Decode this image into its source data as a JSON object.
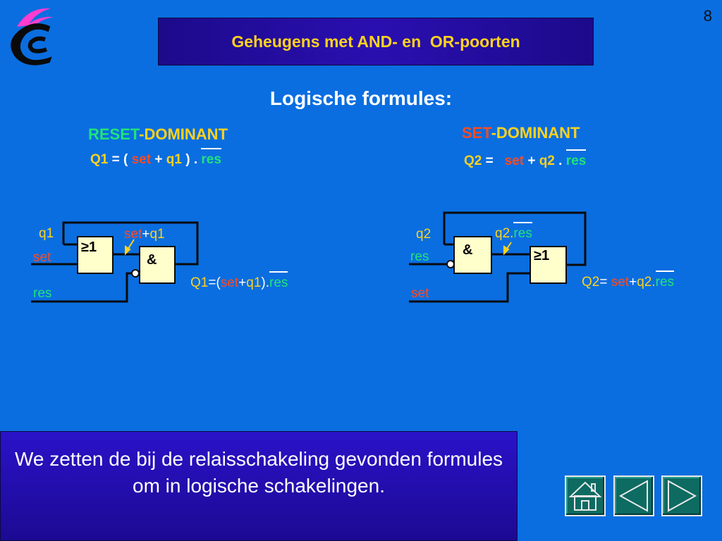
{
  "page_number": "8",
  "title": "Geheugens met AND- en  OR-poorten",
  "subtitle": "Logische formules:",
  "reset_dominant": {
    "heading_part1": "RESET",
    "heading_part2": "-DOMINANT",
    "formula": {
      "lhs": "Q1",
      "eq_open": " = ( ",
      "set": "set",
      "plus": " + ",
      "q": "q1",
      "close_dot": " ) . ",
      "res": "res"
    }
  },
  "set_dominant": {
    "heading_part1": "SET",
    "heading_part2": "-DOMINANT",
    "formula": {
      "lhs": "Q2",
      "eq": " =   ",
      "set": "set",
      "plus": " + ",
      "q": "q2",
      "dot": " . ",
      "res": "res"
    }
  },
  "circuit_left": {
    "input_q1": "q1",
    "input_set": "set",
    "input_res": "res",
    "or_gate_label": "≥1",
    "and_gate_label": "&",
    "node_label_set": "set",
    "node_label_plus": "+",
    "node_label_q1": "q1",
    "output_q1": "Q1",
    "output_eq_open": "=(",
    "output_set": "set",
    "output_plus": "+",
    "output_q1b": "q1",
    "output_close_dot": ").",
    "output_res": "res"
  },
  "circuit_right": {
    "input_q2": "q2",
    "input_res": "res",
    "input_set": "set",
    "and_gate_label": "&",
    "or_gate_label": "≥1",
    "node_label_q2": "q2.",
    "node_label_res": "res",
    "output_q2": "Q2",
    "output_eq": "= ",
    "output_set": "set",
    "output_plus": "+",
    "output_q2b": "q2.",
    "output_res": "res"
  },
  "caption": "We zetten de bij de relaisschakeling gevonden formules om in logische schakelingen.",
  "nav": {
    "home": "home-icon",
    "back": "triangle-left-icon",
    "forward": "triangle-right-icon"
  },
  "colors": {
    "background": "#0a6ee0",
    "title_bg": "#2a0fb0",
    "yellow": "#ffd21e",
    "red": "#ff4a20",
    "green": "#20e37a",
    "nav_bg": "#0d6b62"
  }
}
